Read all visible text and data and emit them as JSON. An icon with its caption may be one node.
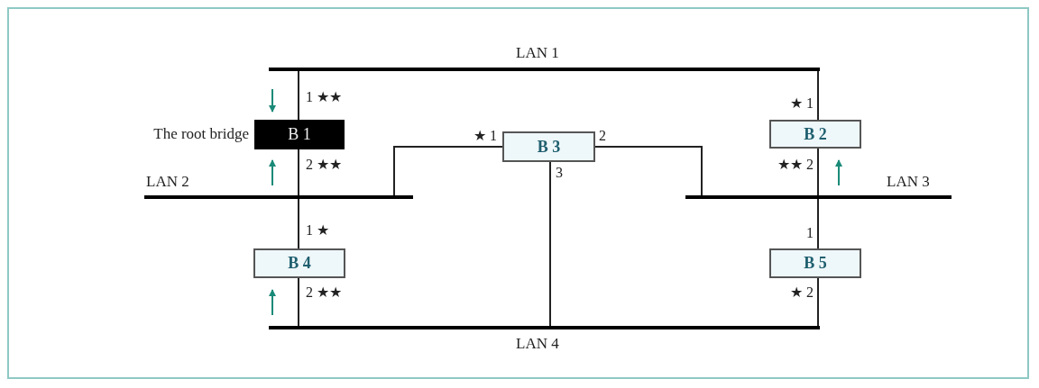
{
  "diagram": {
    "nodes": [
      {
        "text": [
          "LAN 1"
        ]
      },
      {
        "text": [
          "B 1"
        ],
        "beside": [
          "The root bridge"
        ]
      },
      {
        "text": [
          "B 3"
        ]
      },
      {
        "text": [
          "B 2"
        ]
      },
      {
        "text": [
          "LAN 2"
        ]
      },
      {
        "text": [
          "LAN 3"
        ]
      },
      {
        "text": [
          "B 4"
        ]
      },
      {
        "text": [
          "B 5"
        ]
      },
      {
        "text": [
          "LAN 4"
        ]
      }
    ],
    "edges": [
      {
        "from": 1,
        "to": 0,
        "arrow": "none",
        "label": "1 ★★"
      },
      {
        "from": 1,
        "to": 4,
        "arrow": "none",
        "label": "2 ★★"
      },
      {
        "from": 2,
        "to": 4,
        "arrow": "none",
        "label": "★ 1"
      },
      {
        "from": 2,
        "to": 5,
        "arrow": "none",
        "label": "2"
      },
      {
        "from": 2,
        "to": 8,
        "arrow": "none",
        "label": "3"
      },
      {
        "from": 3,
        "to": 0,
        "arrow": "none",
        "label": "★ 1"
      },
      {
        "from": 3,
        "to": 5,
        "arrow": "none",
        "label": "★★ 2"
      },
      {
        "from": 6,
        "to": 4,
        "arrow": "none",
        "label": "1 ★"
      },
      {
        "from": 6,
        "to": 8,
        "arrow": "none",
        "label": "2 ★★"
      },
      {
        "from": 7,
        "to": 5,
        "arrow": "none",
        "label": "1"
      },
      {
        "from": 7,
        "to": 8,
        "arrow": "none",
        "label": "★ 2"
      }
    ]
  }
}
